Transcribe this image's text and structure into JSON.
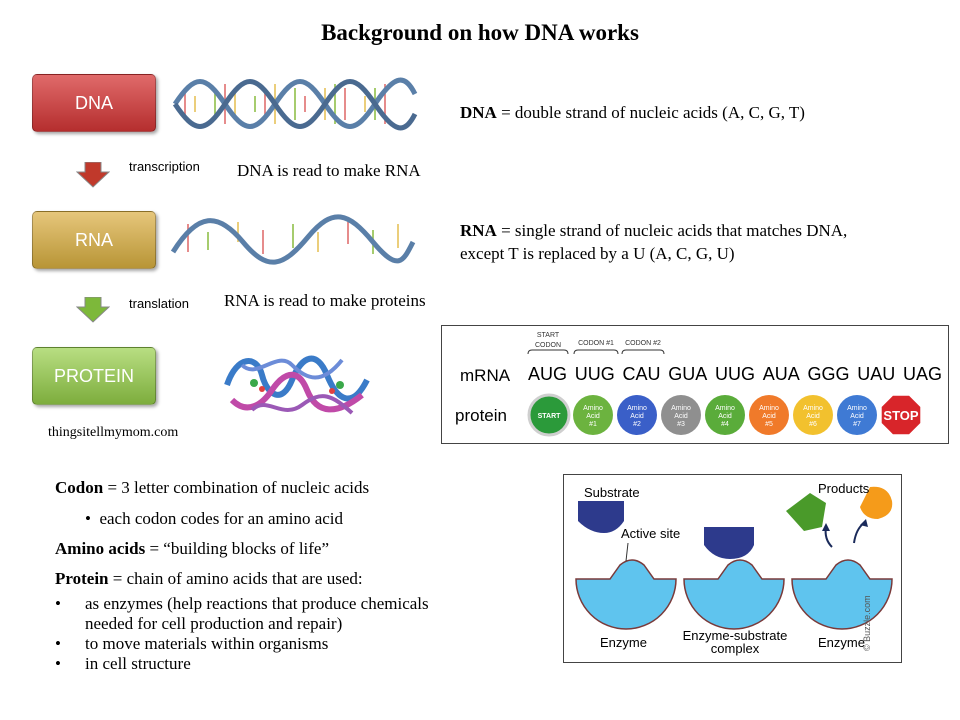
{
  "title": "Background on how DNA works",
  "boxes": {
    "dna": "DNA",
    "rna": "RNA",
    "protein": "PROTEIN"
  },
  "steps": {
    "transcription_label": "transcription",
    "transcription_desc": "DNA is read to make RNA",
    "translation_label": "translation",
    "translation_desc": "RNA is read to make proteins"
  },
  "definitions": {
    "dna_term": "DNA",
    "dna_def": " = double strand of nucleic acids (A, C, G, T)",
    "rna_term": "RNA",
    "rna_def_1": " = single strand of nucleic acids that matches DNA,",
    "rna_def_2": "except T is replaced by a U (A, C, G, U)"
  },
  "credit": "thingsitellmymom.com",
  "mrna_panel": {
    "start_codon": "START",
    "start_codon_2": "CODON",
    "codon1": "CODON #1",
    "codon2": "CODON #2",
    "mrna_label": "mRNA",
    "protein_label": "protein",
    "codons": [
      "AUG",
      "UUG",
      "CAU",
      "GUA",
      "UUG",
      "AUA",
      "GGG",
      "UAU",
      "UAG"
    ],
    "start_token": "START",
    "amino_word": "Amino",
    "acid_word": "Acid",
    "amino_nums": [
      "#1",
      "#2",
      "#3",
      "#4",
      "#5",
      "#6",
      "#7"
    ],
    "amino_colors": [
      "#6cb33f",
      "#3a5fc8",
      "#8f8f8f",
      "#5aac3a",
      "#f07a2a",
      "#f2c12e",
      "#3f7ad4"
    ],
    "stop_token": "STOP"
  },
  "enzyme_panel": {
    "substrate": "Substrate",
    "products": "Products",
    "active_site": "Active site",
    "enzyme_1": "Enzyme",
    "complex_1": "Enzyme-substrate",
    "complex_2": "complex",
    "enzyme_2": "Enzyme",
    "watermark": "© Buzzle.com"
  },
  "bottom": {
    "codon_term": "Codon",
    "codon_def": " = 3 letter combination of nucleic acids",
    "codon_bullet": "each codon codes for an amino acid",
    "amino_term": "Amino acids",
    "amino_def": " = “building blocks of life”",
    "protein_term": "Protein",
    "protein_def": " = chain of amino acids that are used:",
    "uses_1a": "as enzymes (help reactions that produce chemicals",
    "uses_1b": "needed for cell production and repair)",
    "uses_2": "to move materials within organisms",
    "uses_3": "in cell structure"
  },
  "colors": {
    "helix": "#5a7fa8",
    "substrate": "#2d3a8c",
    "enzyme": "#5fc4ee",
    "product_green": "#4a9a2a",
    "product_orange": "#f59b1a"
  }
}
